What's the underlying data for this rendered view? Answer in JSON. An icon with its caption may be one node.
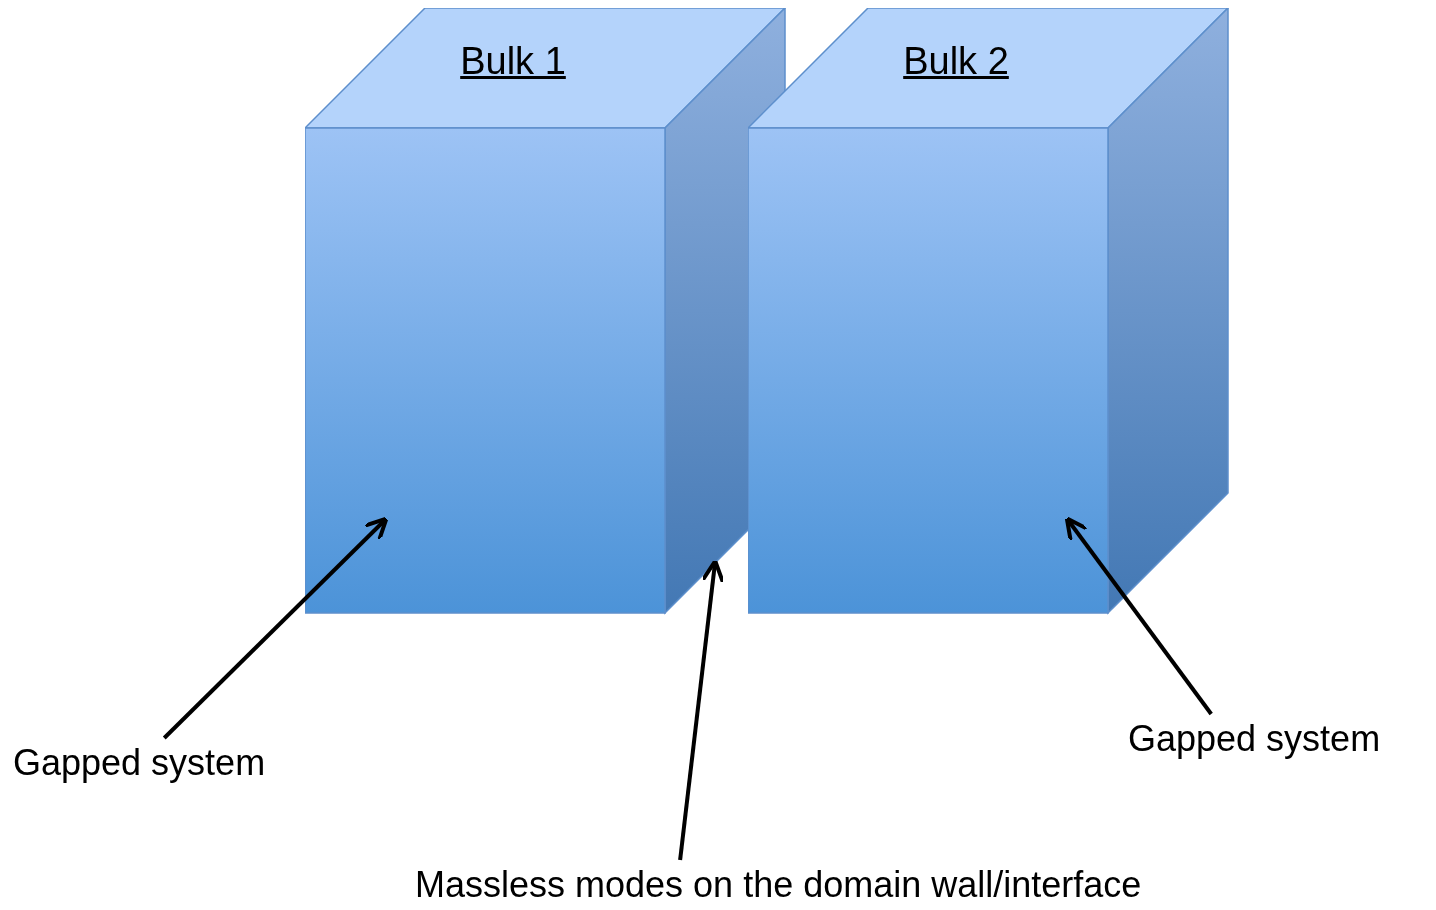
{
  "diagram": {
    "nodes": [
      {
        "text": [
          "Bulk 1"
        ]
      },
      {
        "text": [
          "Bulk 2"
        ]
      },
      {
        "text": [
          "Gapped system"
        ]
      },
      {
        "text": [
          "Massless modes on the domain wall/interface"
        ]
      },
      {
        "text": [
          "Gapped system"
        ]
      }
    ],
    "edges": [
      {
        "from": 2,
        "to": 0,
        "arrow": "to"
      },
      {
        "from": 3,
        "to": 0,
        "arrow": "to"
      },
      {
        "from": 4,
        "to": 1,
        "arrow": "to"
      }
    ]
  }
}
